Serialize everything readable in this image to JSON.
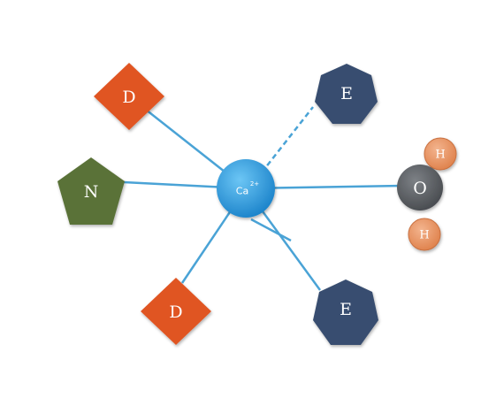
{
  "center": {
    "label": "Ca",
    "charge": "2+"
  },
  "ligands": [
    {
      "id": "d-top",
      "label": "D",
      "shape": "diamond"
    },
    {
      "id": "e-top",
      "label": "E",
      "shape": "heptagon"
    },
    {
      "id": "n-left",
      "label": "N",
      "shape": "pentagon"
    },
    {
      "id": "d-bottom",
      "label": "D",
      "shape": "diamond"
    },
    {
      "id": "e-bottom",
      "label": "E",
      "shape": "heptagon"
    }
  ],
  "water": {
    "oxygen": "O",
    "hydrogen_top": "H",
    "hydrogen_bottom": "H"
  },
  "colors": {
    "bond": "#4aa3d6",
    "calcium": "#2f9fe0",
    "diamond": "#e05423",
    "heptagon": "#384e6f",
    "pentagon": "#5a7237",
    "oxygen": "#606468",
    "hydrogen": "#e8956a"
  }
}
